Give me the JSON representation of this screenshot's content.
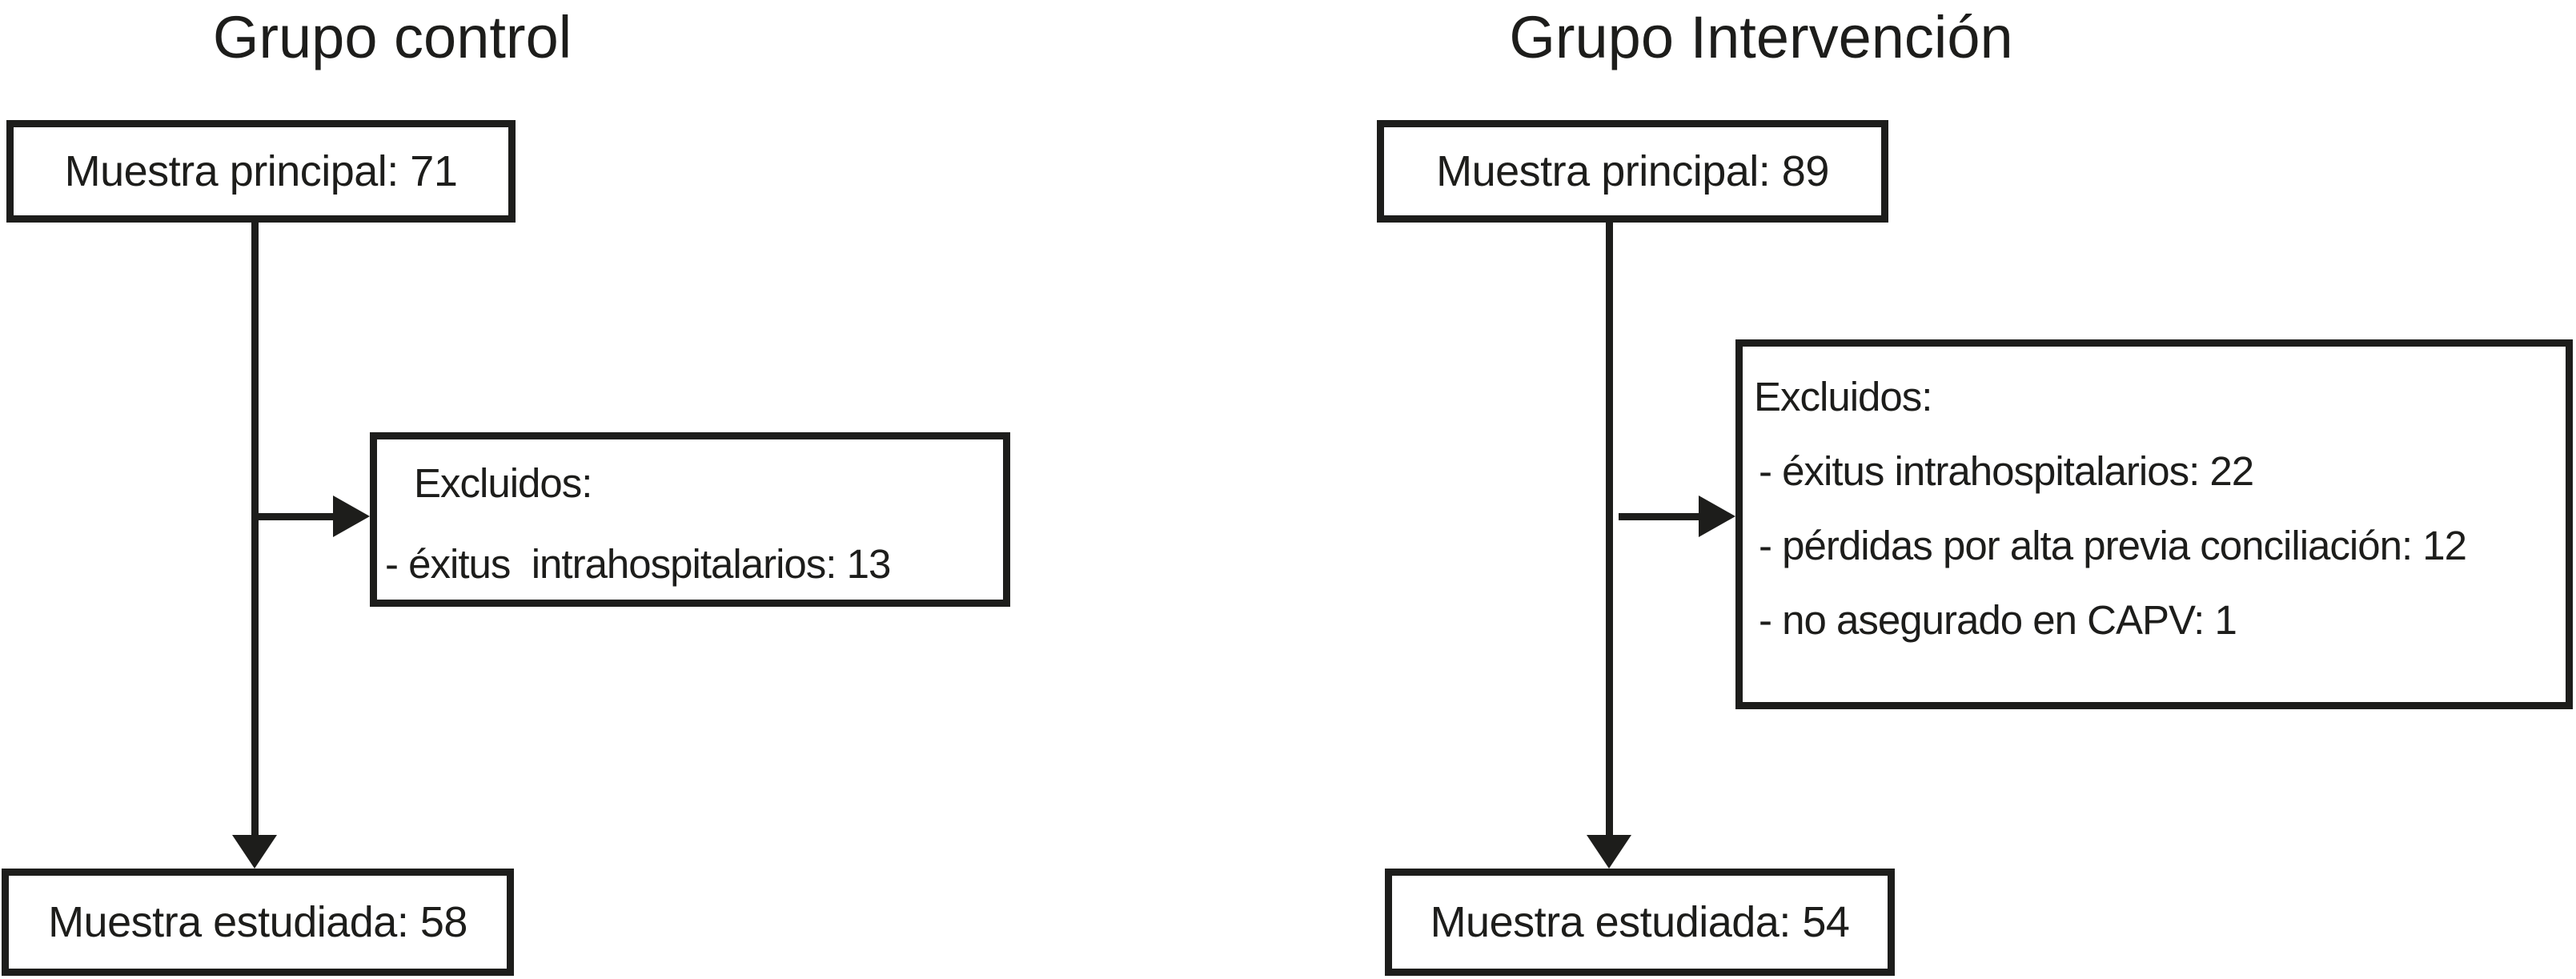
{
  "colors": {
    "ink": "#1d1d1b",
    "background": "#ffffff"
  },
  "groups": [
    {
      "title": "Grupo control",
      "main_label": "Muestra principal: 71",
      "excluded": {
        "header": "Excluidos:",
        "items": [
          "- éxitus  intrahospitalarios: 13"
        ]
      },
      "result_label": "Muestra estudiada: 58"
    },
    {
      "title": "Grupo Intervención",
      "main_label": "Muestra principal: 89",
      "excluded": {
        "header": "Excluidos:",
        "items": [
          "- éxitus intrahospitalarios: 22",
          "- pérdidas por alta previa conciliación: 12",
          "- no asegurado en CAPV: 1"
        ]
      },
      "result_label": "Muestra estudiada: 54"
    }
  ]
}
